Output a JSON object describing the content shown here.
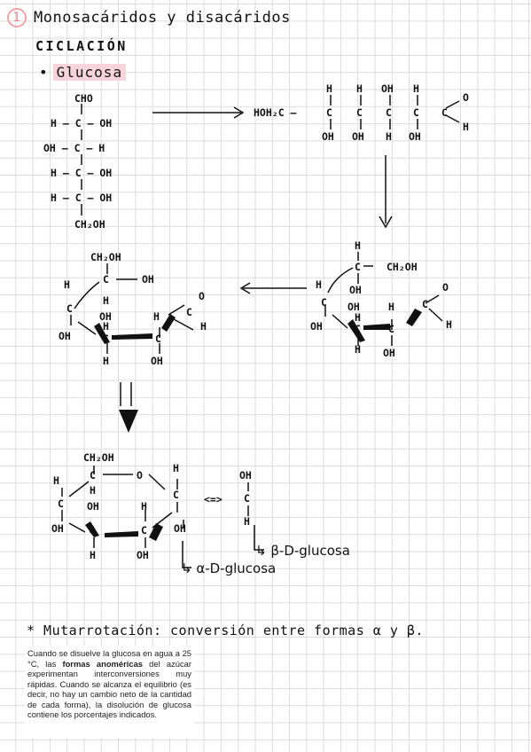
{
  "title": {
    "number": "1",
    "text": "Monosacáridos y disacáridos"
  },
  "section_heading": "CICLACIÓN",
  "subsection": {
    "bullet": "•",
    "text": "Glucosa"
  },
  "structures": {
    "open_chain": {
      "cho": "CHO",
      "row1_left": "H – C – OH",
      "row2_left": "OH – C – H",
      "row3_left": "H – C – OH",
      "row4_left": "H – C – OH",
      "ch2oh": "CH₂OH"
    },
    "linear_formula": {
      "hoh2c": "HOH₂C –",
      "c": "C",
      "h": "H",
      "oh": "OH",
      "o": "O"
    },
    "groups": {
      "ch2oh": "CH₂OH",
      "oh": "OH",
      "h": "H",
      "c": "C",
      "o": "O"
    },
    "arrow_equiv": "<=>",
    "beta_label": "↳ β-D-glucosa",
    "alpha_label": "↳ α-D-glucosa"
  },
  "mutarrotacion": "* Mutarrotación: conversión entre formas α y β.",
  "note": {
    "p1": "Cuando se disuelve la glucosa en agua a 25 °C, las ",
    "b1": "formas anoméricas",
    "p2": " del azúcar experimentan interconversiones muy rápidas. Cuando se alcanza el equilibrio (es decir, no hay un cambio neto de la cantidad de cada forma), la disolución de glucosa contiene los porcentajes indicados."
  }
}
